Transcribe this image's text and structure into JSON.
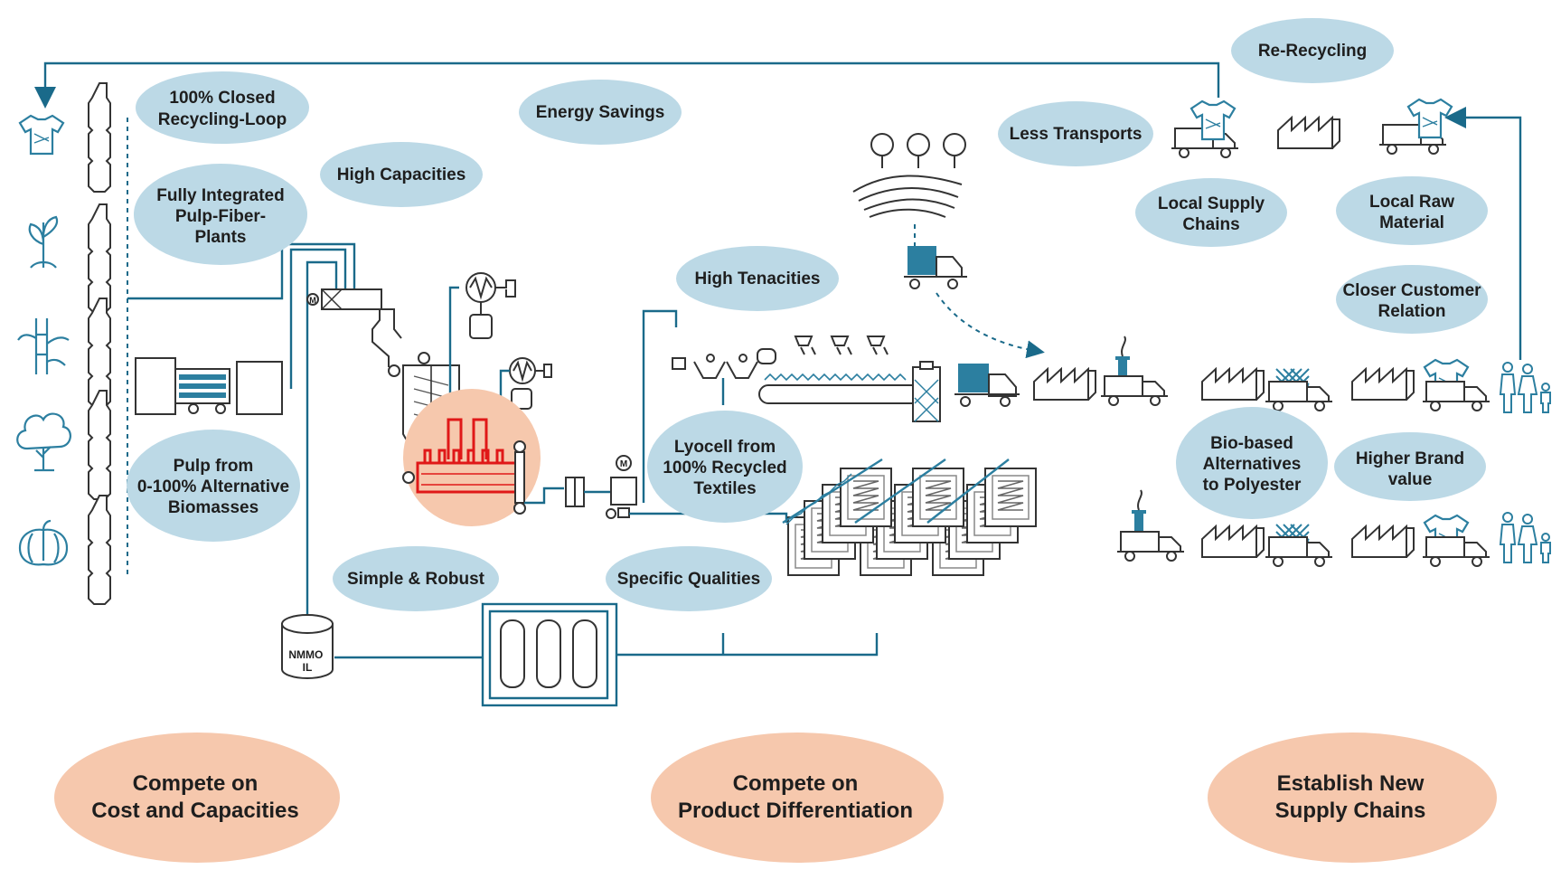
{
  "bubbles": {
    "closed_loop": [
      "100% Closed",
      "Recycling-Loop"
    ],
    "energy": [
      "Energy Savings"
    ],
    "integrated": [
      "Fully Integrated",
      "Pulp-Fiber-",
      "Plants"
    ],
    "capacities": [
      "High Capacities"
    ],
    "pulp": [
      "Pulp from",
      "0-100% Alternative",
      "Biomasses"
    ],
    "tenacities": [
      "High Tenacities"
    ],
    "lyocell": [
      "Lyocell from",
      "100% Recycled",
      "Textiles"
    ],
    "simple": [
      "Simple & Robust"
    ],
    "qualities": [
      "Specific Qualities"
    ],
    "transports": [
      "Less Transports"
    ],
    "rerecycling": [
      "Re-Recycling"
    ],
    "local_supply": [
      "Local Supply",
      "Chains"
    ],
    "local_raw": [
      "Local Raw",
      "Material"
    ],
    "closer": [
      "Closer Customer",
      "Relation"
    ],
    "biobased": [
      "Bio-based",
      "Alternatives",
      "to Polyester"
    ],
    "brand": [
      "Higher Brand",
      "value"
    ]
  },
  "tank_label": [
    "NMMO",
    "IL"
  ],
  "pillars": {
    "cost": [
      "Compete on",
      "Cost and Capacities"
    ],
    "product": [
      "Compete on",
      "Product Differentiation"
    ],
    "supply": [
      "Establish New",
      "Supply Chains"
    ]
  },
  "motor_label": "M",
  "icons": [
    "tshirt-icon",
    "plant-icon",
    "bamboo-icon",
    "tree-icon",
    "pumpkin-icon",
    "truck-icon",
    "factory-icon",
    "yarn-spool-icon",
    "fabric-icon",
    "family-icon",
    "cotton-field-icon"
  ]
}
